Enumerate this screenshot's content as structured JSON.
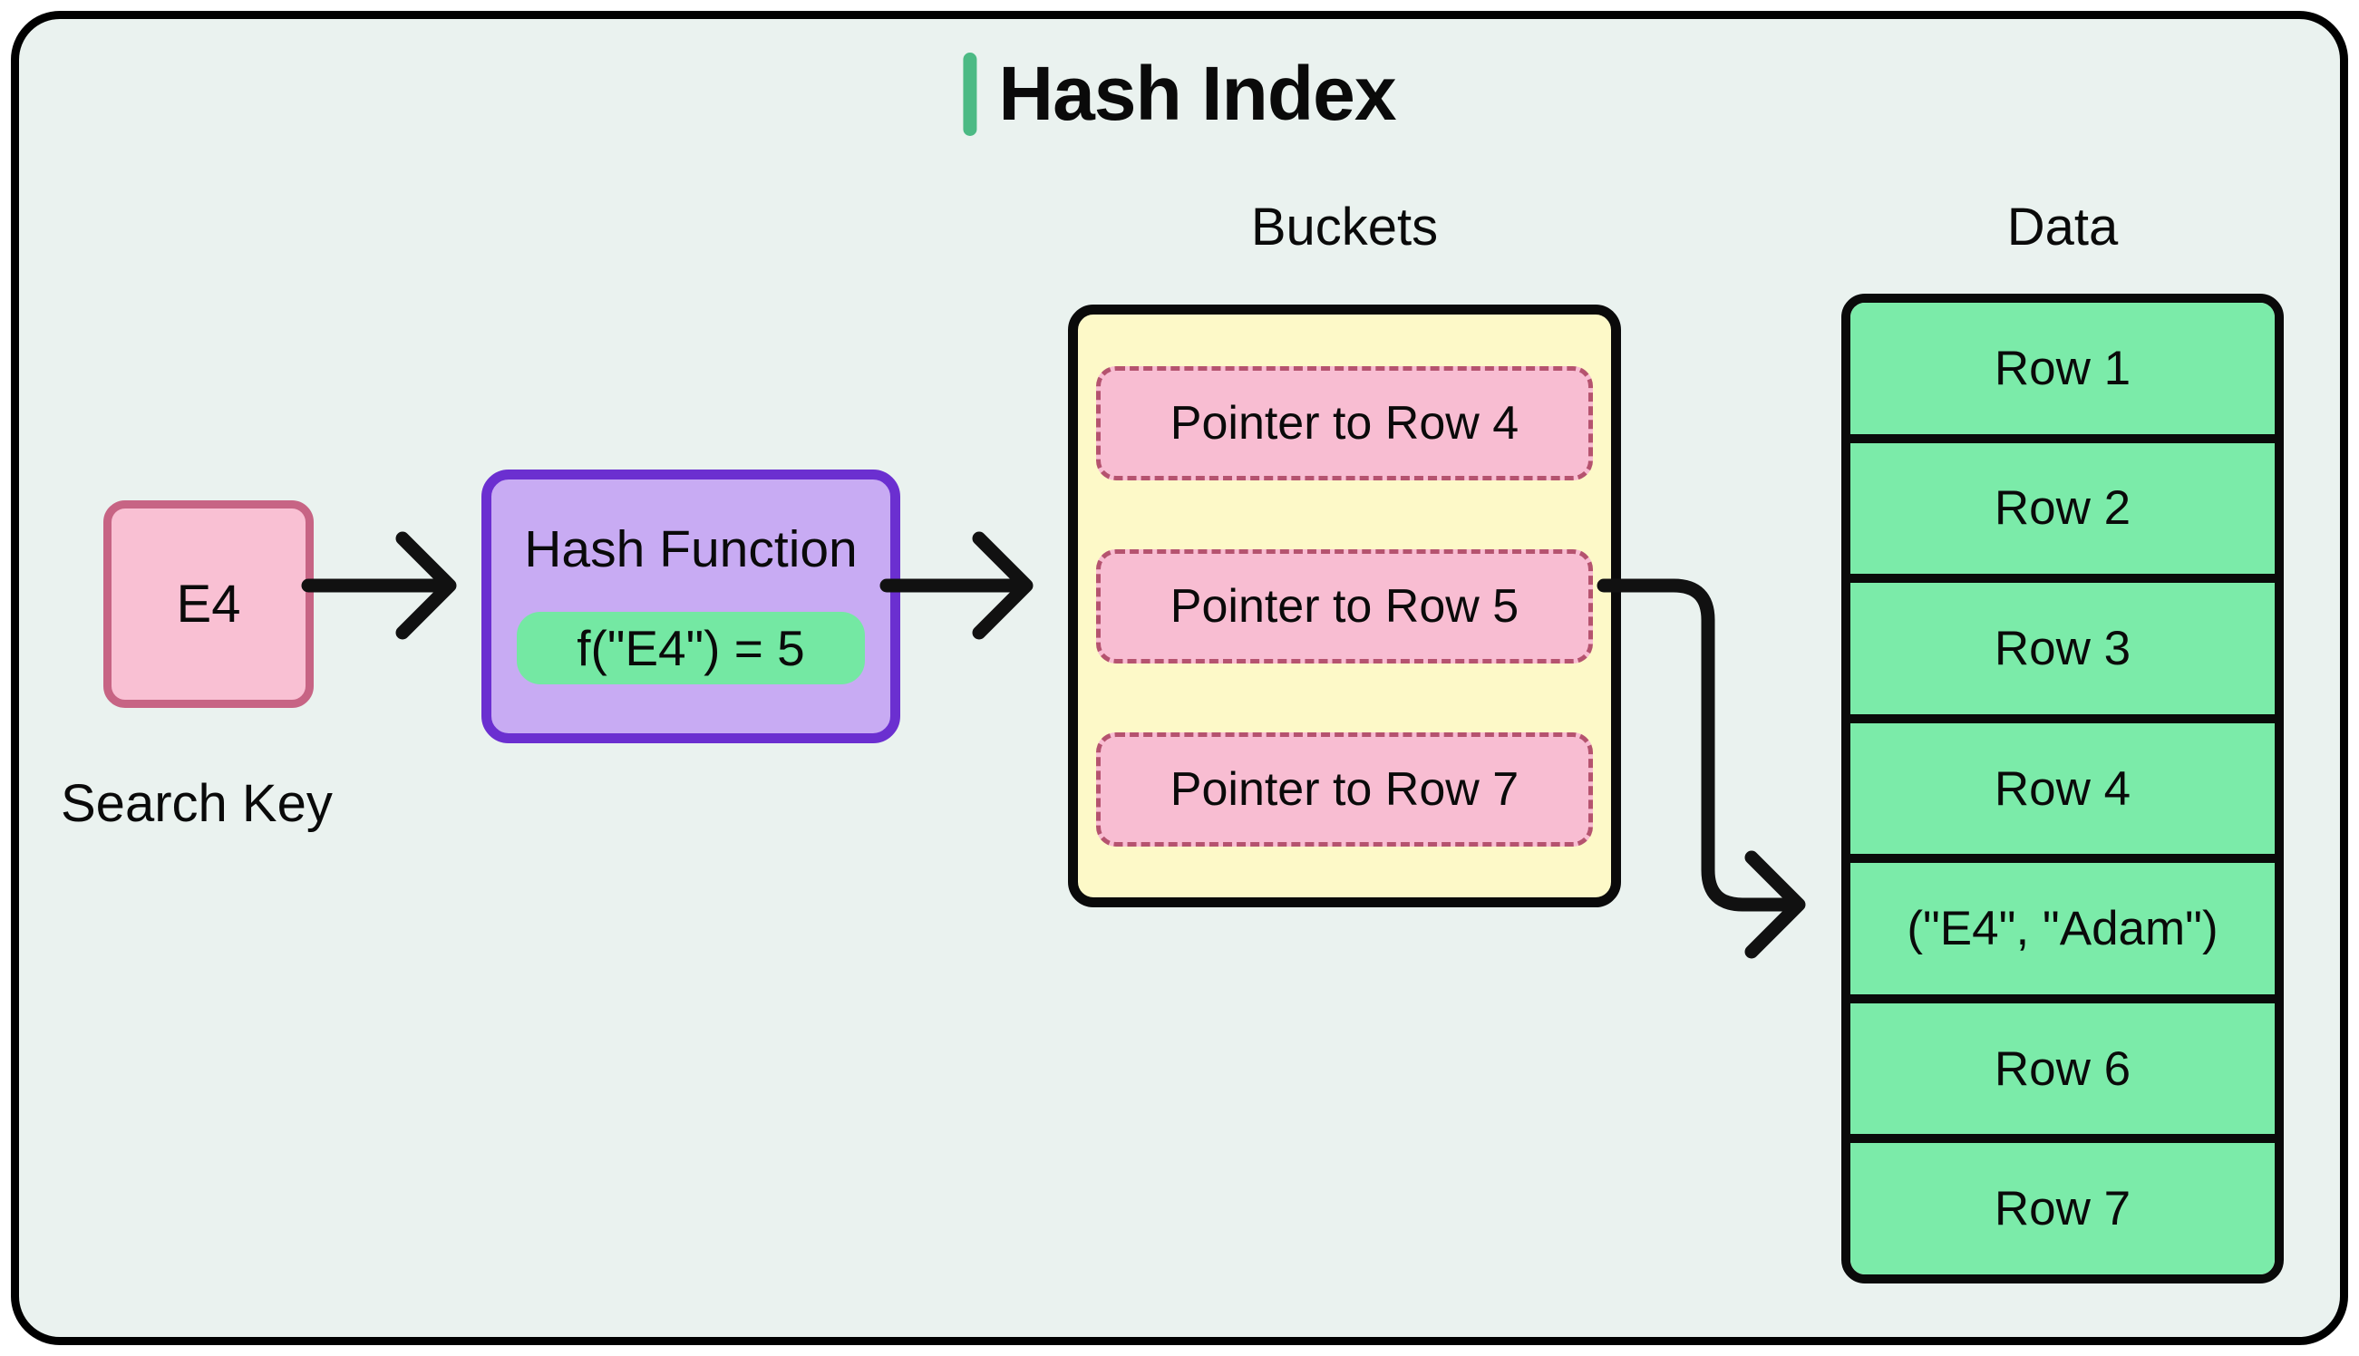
{
  "title": {
    "text": "Hash Index",
    "accent_color": "#4cba84"
  },
  "search_key": {
    "box_label": "E4",
    "caption": "Search Key"
  },
  "hash_function": {
    "label": "Hash Function",
    "formula": "f(\"E4\") = 5"
  },
  "buckets": {
    "label": "Buckets",
    "pointers": [
      "Pointer to Row 4",
      "Pointer to Row 5",
      "Pointer to Row 7"
    ]
  },
  "data": {
    "label": "Data",
    "rows": [
      "Row 1",
      "Row 2",
      "Row 3",
      "Row 4",
      "(\"E4\", \"Adam\")",
      "Row 6",
      "Row 7"
    ]
  },
  "connections": [
    {
      "from": "search-key-box",
      "to": "hash-function-box"
    },
    {
      "from": "hash-function-box",
      "to": "buckets-box"
    },
    {
      "from": "buckets-box pointer 'Pointer to Row 5'",
      "to": "data row '(\"E4\", \"Adam\")'"
    }
  ],
  "colors": {
    "canvas_background": "#eaf2ef",
    "card_border": "#000000",
    "pink_fill": "#f9c0d3",
    "pink_border": "#c76484",
    "pointer_fill": "#f8bdd2",
    "pointer_dash_border": "#b5536f",
    "purple_fill": "#c8abf3",
    "purple_border": "#6b2fd0",
    "green_pill": "#74e8a3",
    "bucket_yellow": "#fdf9c8",
    "data_row_green": "#7beba9",
    "arrow": "#111111"
  }
}
